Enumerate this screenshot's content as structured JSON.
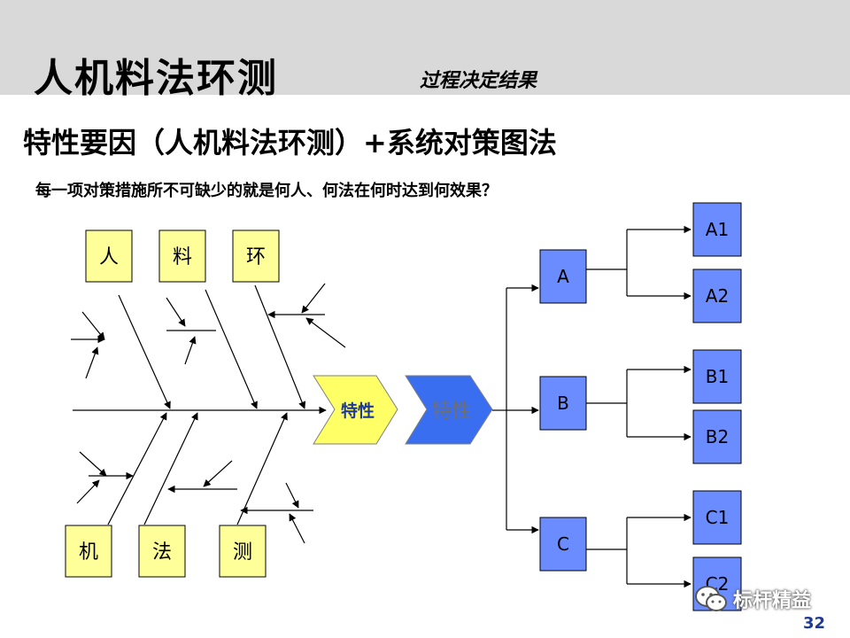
{
  "header": {
    "title": "人机料法环测",
    "subtitle": "过程决定结果"
  },
  "section_heading": "特性要因（人机料法环测）+系统对策图法",
  "note": "每一项对策措施所不可缺少的就是何人、何法在何时达到何效果？",
  "fishbone": {
    "top_factors": [
      "人",
      "料",
      "环"
    ],
    "bottom_factors": [
      "机",
      "法",
      "测"
    ],
    "head_label": "特性"
  },
  "system_diagram": {
    "root_label": "特性",
    "branches": [
      {
        "label": "A",
        "children": [
          "A1",
          "A2"
        ]
      },
      {
        "label": "B",
        "children": [
          "B1",
          "B2"
        ]
      },
      {
        "label": "C",
        "children": [
          "C1",
          "C2"
        ]
      }
    ]
  },
  "watermark": {
    "text": "标杆精益",
    "icon": "wechat-icon"
  },
  "page_number": "32",
  "colors": {
    "factor_box": "#ffff99",
    "head_yellow": "#ffff66",
    "root_blue": "#3a6ef0",
    "node_blue": "#6b8cff",
    "header_band": "#d9d9d9"
  }
}
